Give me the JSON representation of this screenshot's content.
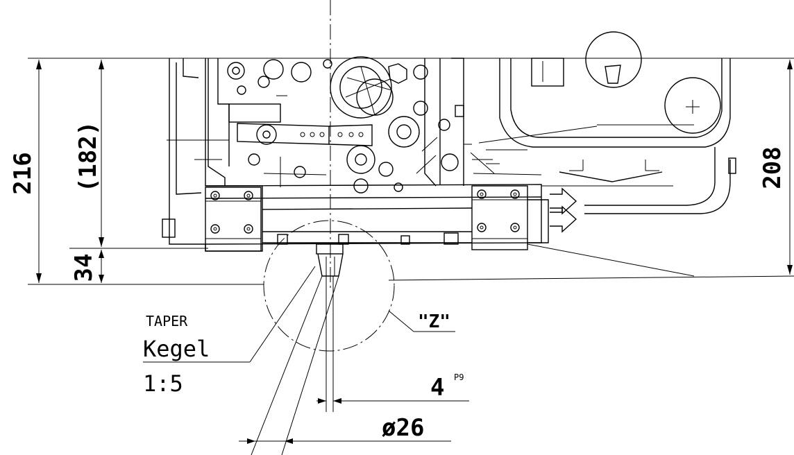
{
  "dimensions": {
    "overall_height": "216",
    "inner_height": "(182)",
    "right_height": "208",
    "bottom_offset": "34",
    "key_width": "4",
    "key_tolerance": "P9",
    "shaft_diameter": "ø26"
  },
  "labels": {
    "taper_en": "TAPER",
    "taper_de": "Kegel",
    "taper_ratio": "1:5",
    "detail_ref": "\"Z\""
  },
  "colors": {
    "line": "#000000",
    "background": "#ffffff"
  }
}
